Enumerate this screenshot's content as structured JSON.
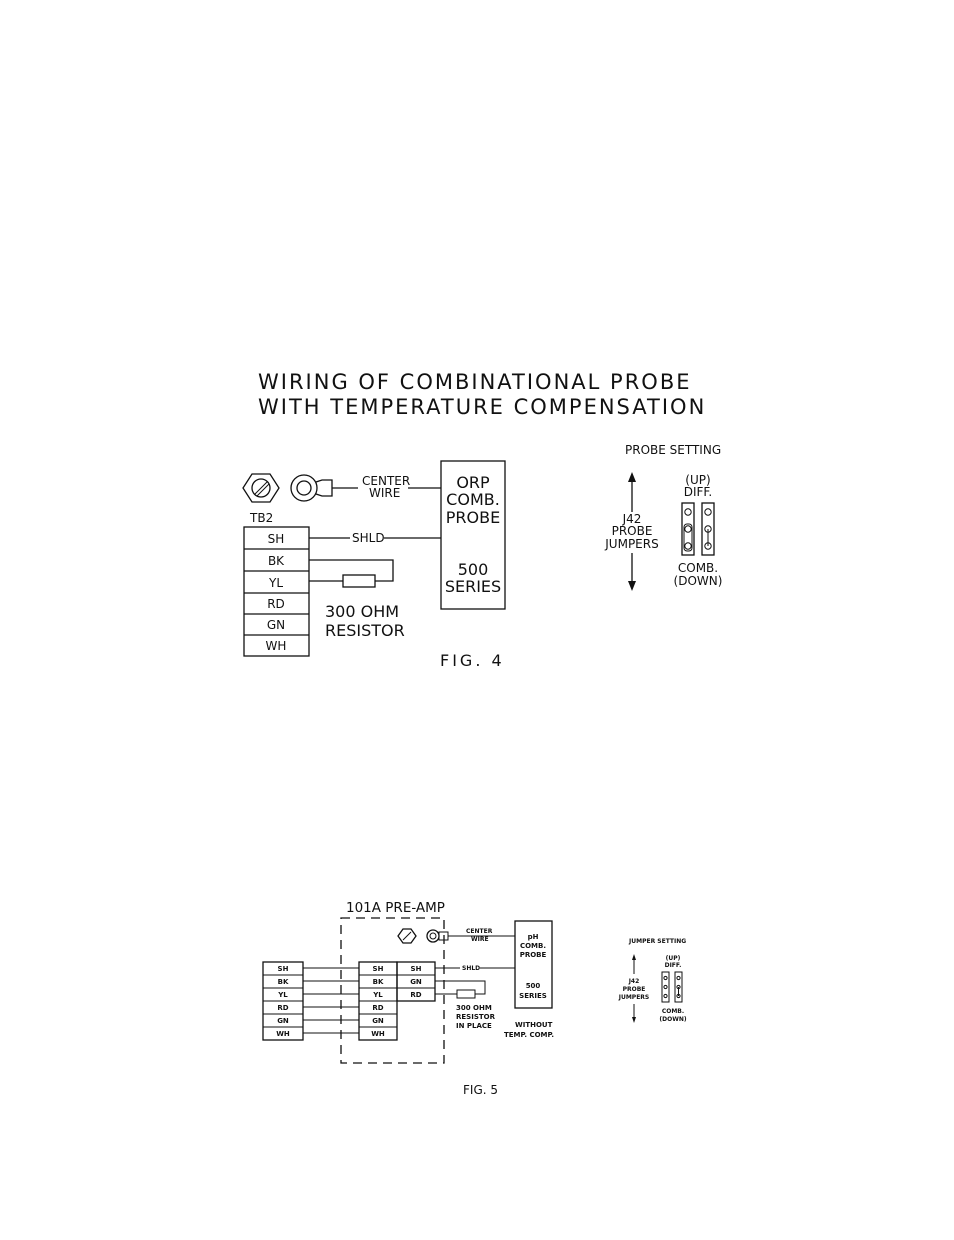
{
  "fig4": {
    "title_line1": "WIRING OF COMBINATIONAL PROBE",
    "title_line2": "WITH TEMPERATURE COMPENSATION",
    "tb_label": "TB2",
    "terminals": [
      "SH",
      "BK",
      "YL",
      "RD",
      "GN",
      "WH"
    ],
    "center_wire": [
      "CENTER",
      "WIRE"
    ],
    "shld_label": "SHLD",
    "probe_box": [
      "ORP",
      "COMB.",
      "PROBE",
      "500",
      "SERIES"
    ],
    "resistor_label": [
      "300 OHM",
      "RESISTOR"
    ],
    "probe_setting_title": "PROBE SETTING",
    "jumper_label": [
      "J42",
      "PROBE",
      "JUMPERS"
    ],
    "up_label": [
      "(UP)",
      "DIFF."
    ],
    "down_label": [
      "COMB.",
      "(DOWN)"
    ],
    "caption": "FIG. 4"
  },
  "fig5": {
    "preamp_label": "101A PRE-AMP",
    "left_terminals": [
      "SH",
      "BK",
      "YL",
      "RD",
      "GN",
      "WH"
    ],
    "inner_left_terminals": [
      "SH",
      "BK",
      "YL",
      "RD",
      "GN",
      "WH"
    ],
    "inner_right_terminals": [
      "SH",
      "GN",
      "RD"
    ],
    "center_wire": [
      "CENTER",
      "WIRE"
    ],
    "shld_label": "SHLD",
    "probe_box": [
      "pH",
      "COMB.",
      "PROBE",
      "500",
      "SERIES"
    ],
    "resistor_label": [
      "300 OHM",
      "RESISTOR",
      "IN PLACE"
    ],
    "without_label": [
      "WITHOUT",
      "TEMP. COMP."
    ],
    "jumper_setting_title": "JUMPER SETTING",
    "jumper_label": [
      "J42",
      "PROBE",
      "JUMPERS"
    ],
    "up_label": [
      "(UP)",
      "DIFF."
    ],
    "down_label": [
      "COMB.",
      "(DOWN)"
    ],
    "caption": "FIG. 5"
  }
}
